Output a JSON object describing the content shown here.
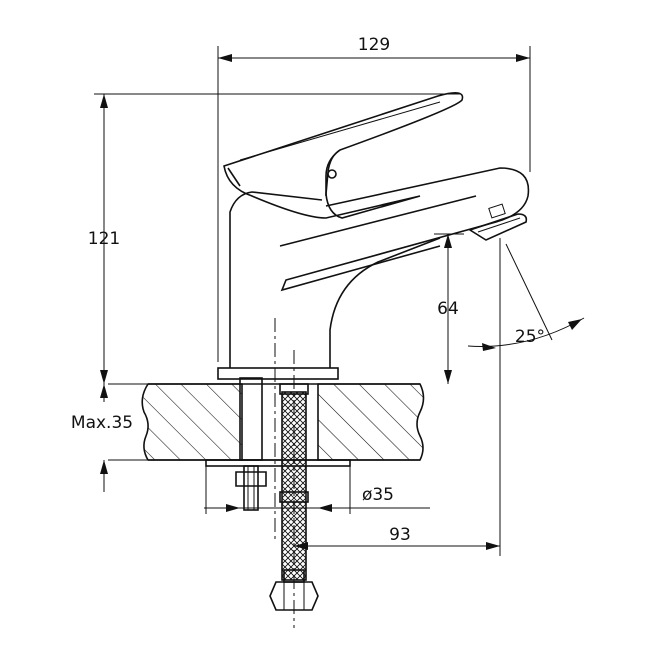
{
  "dimensions": {
    "width_top": "129",
    "height_total": "121",
    "spout_height": "64",
    "max_deck": "Max.35",
    "hole_diameter": "ø35",
    "reach": "93",
    "spout_angle": "25°"
  },
  "colors": {
    "line": "#111111",
    "background": "#ffffff"
  }
}
